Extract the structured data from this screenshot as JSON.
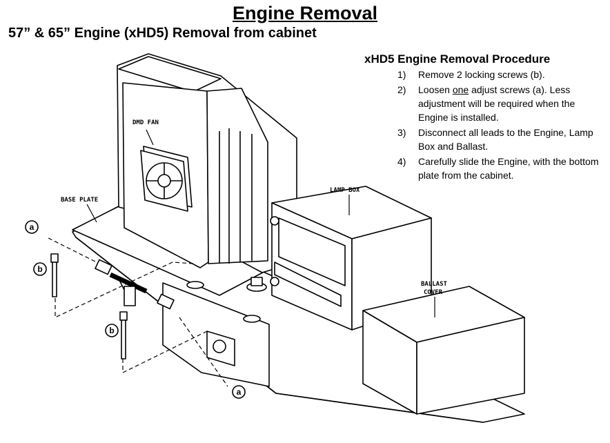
{
  "title": "Engine Removal",
  "subtitle": "57” & 65” Engine (xHD5) Removal from cabinet",
  "procedure": {
    "heading": "xHD5 Engine Removal Procedure",
    "steps": [
      {
        "num": "1)",
        "text": "Remove 2 locking screws (b)."
      },
      {
        "num": "2)",
        "pre": "Loosen ",
        "underlined": "one",
        "post": " adjust screws (a).  Less adjustment will be required when the Engine is installed."
      },
      {
        "num": "3)",
        "text": "Disconnect all leads to the Engine, Lamp Box and Ballast."
      },
      {
        "num": "4)",
        "text": "Carefully slide the Engine, with the bottom plate from the cabinet."
      }
    ]
  },
  "diagram": {
    "labels": {
      "dmd_fan": "DMD FAN",
      "base_plate": "BASE PLATE",
      "lamp_box": "LAMP BOX",
      "ballast_line1": "BALLAST",
      "ballast_line2": "COVER",
      "callout_a": "a",
      "callout_b": "b"
    }
  }
}
